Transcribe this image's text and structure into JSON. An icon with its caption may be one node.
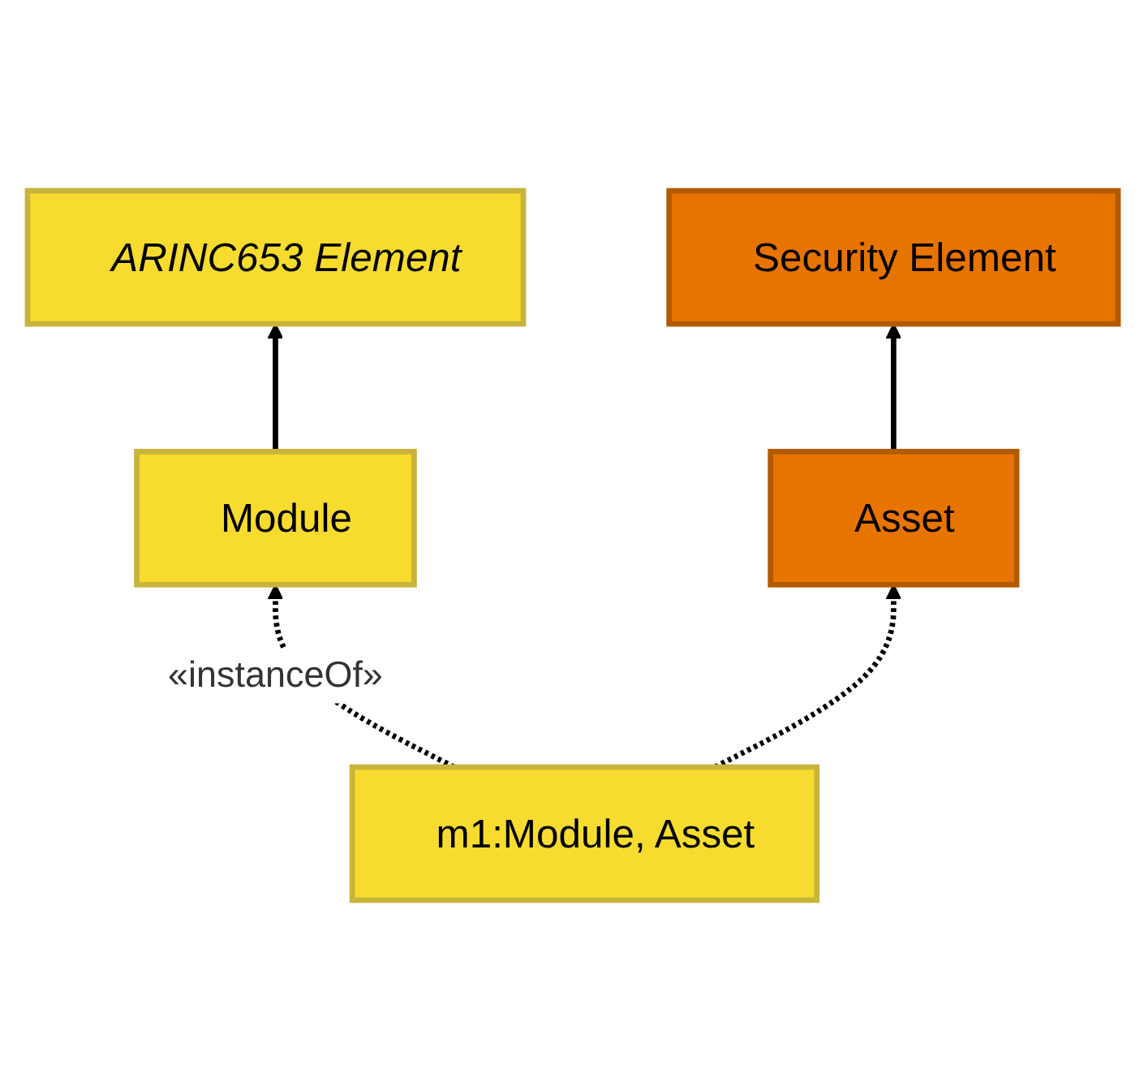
{
  "diagram": {
    "nodes": [
      {
        "text": [
          "ARINC653 Element"
        ]
      },
      {
        "text": [
          "Security Element"
        ]
      },
      {
        "text": [
          "Module"
        ]
      },
      {
        "text": [
          "Asset"
        ]
      },
      {
        "text": [
          "m1:Module, Asset"
        ]
      }
    ],
    "edges": [
      {
        "from": 2,
        "to": 0,
        "arrow": "to"
      },
      {
        "from": 3,
        "to": 1,
        "arrow": "to"
      },
      {
        "from": 4,
        "to": 2,
        "arrow": "to",
        "style": "dashed",
        "label": "«instanceOf»"
      },
      {
        "from": 4,
        "to": 3,
        "arrow": "to",
        "style": "dashed"
      }
    ]
  }
}
